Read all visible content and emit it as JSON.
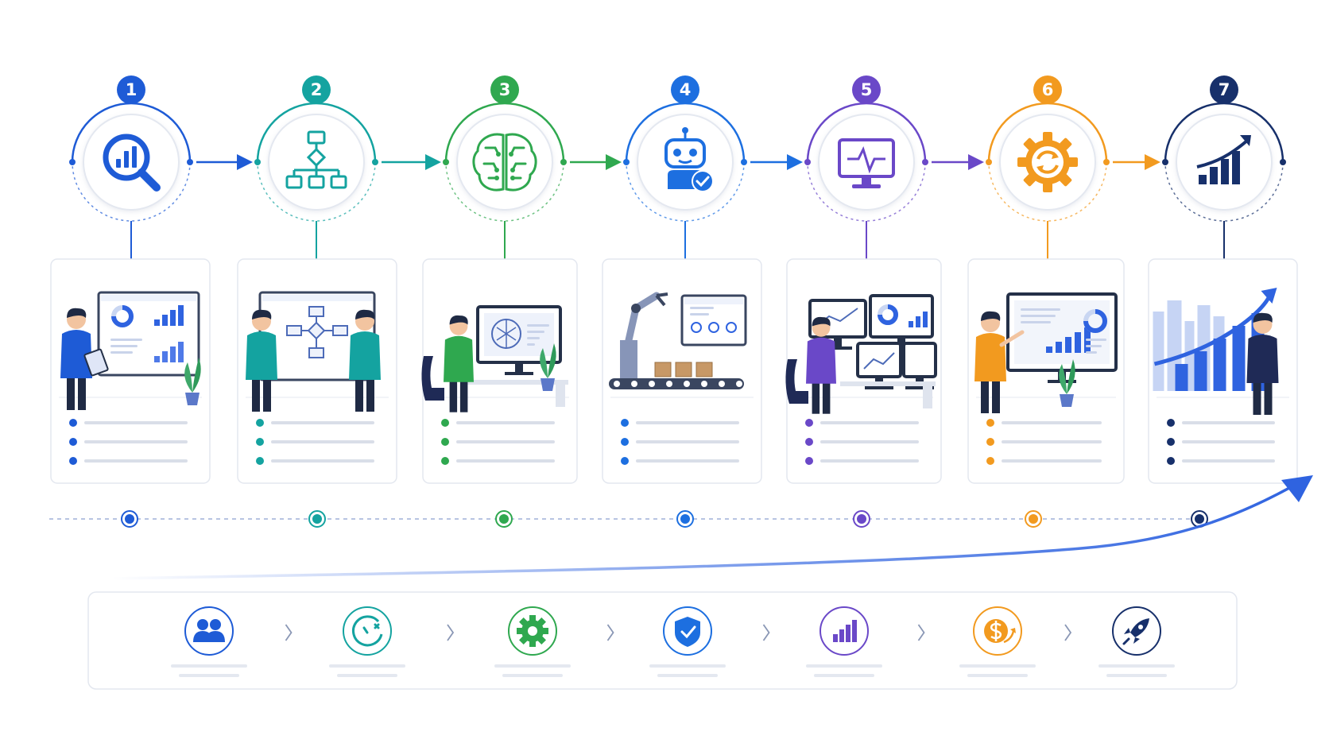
{
  "steps": [
    {
      "number": "1",
      "color": "#1e5bd6",
      "stage_icon": "data-search-chart-icon",
      "scene": "analyst-with-dashboard"
    },
    {
      "number": "2",
      "color": "#14a3a0",
      "stage_icon": "flowchart-icon",
      "scene": "team-whiteboard-flowchart"
    },
    {
      "number": "3",
      "color": "#2fa84f",
      "stage_icon": "brain-circuit-icon",
      "scene": "developer-ai-model"
    },
    {
      "number": "4",
      "color": "#1d6fe0",
      "stage_icon": "robot-check-icon",
      "scene": "robot-arm-assembly-line"
    },
    {
      "number": "5",
      "color": "#6a48c8",
      "stage_icon": "monitor-pulse-icon",
      "scene": "operator-multi-monitor"
    },
    {
      "number": "6",
      "color": "#f29a1f",
      "stage_icon": "gear-refresh-icon",
      "scene": "presenter-analytics-board"
    },
    {
      "number": "7",
      "color": "#17306b",
      "stage_icon": "growth-chart-icon",
      "scene": "businessman-growth-chart"
    }
  ],
  "outcomes": [
    {
      "icon": "team-icon",
      "color": "#1e5bd6"
    },
    {
      "icon": "speed-clock-icon",
      "color": "#14a3a0"
    },
    {
      "icon": "gear-cog-icon",
      "color": "#2fa84f"
    },
    {
      "icon": "shield-check-icon",
      "color": "#1d6fe0"
    },
    {
      "icon": "bar-chart-icon",
      "color": "#6a48c8"
    },
    {
      "icon": "dollar-savings-icon",
      "color": "#f29a1f"
    },
    {
      "icon": "rocket-icon",
      "color": "#17306b"
    }
  ],
  "colors": {
    "card_border": "#e3e7ef",
    "dashed_line": "#9fb0d8",
    "trend": "#2f63e0",
    "placeholder_line": "#d9dee8"
  }
}
